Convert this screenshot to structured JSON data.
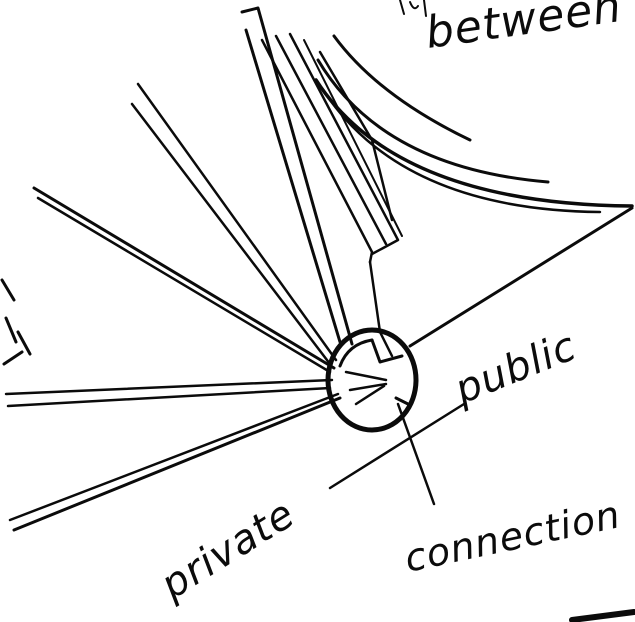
{
  "sketch": {
    "labels": {
      "partial_top": "between",
      "public": "public",
      "private": "private",
      "connection": "connection"
    },
    "ink_color": "#0b0b0b"
  }
}
